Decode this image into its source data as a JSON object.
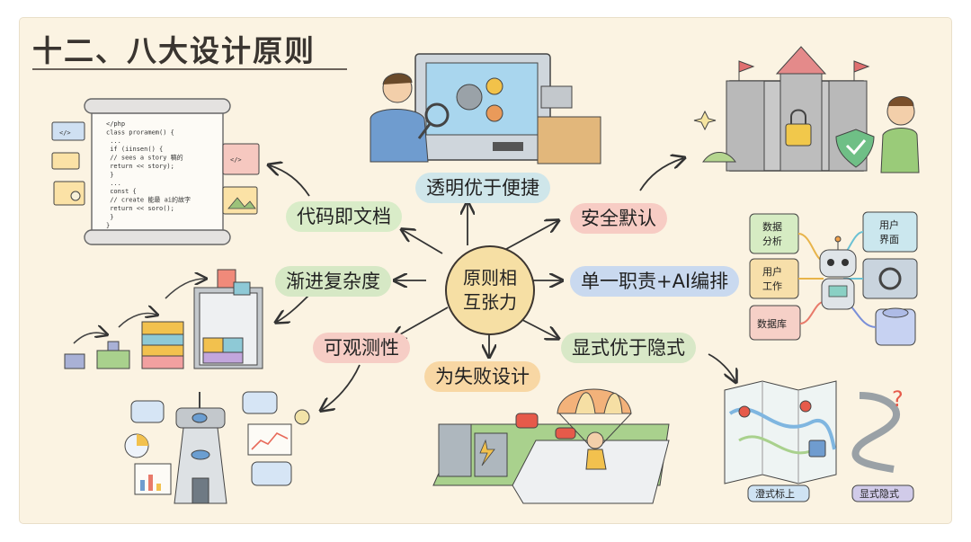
{
  "title": "十二、八大设计原则",
  "center": {
    "line1": "原则相",
    "line2": "互张力"
  },
  "principles": [
    {
      "label": "透明优于便捷",
      "color": "#cfe6ea"
    },
    {
      "label": "安全默认",
      "color": "#f7ccc4"
    },
    {
      "label": "单一职责+AI编排",
      "color": "#c9d9ef"
    },
    {
      "label": "显式优于隐式",
      "color": "#d8e8c7"
    },
    {
      "label": "为失败设计",
      "color": "#f8d7a4"
    },
    {
      "label": "可观测性",
      "color": "#f6cdc5"
    },
    {
      "label": "渐进复杂度",
      "color": "#d6e8c5"
    },
    {
      "label": "代码即文档",
      "color": "#d9ecc8"
    }
  ],
  "orchestration": {
    "left": [
      "数据分析",
      "用户工作",
      "数据库"
    ],
    "right": [
      "用户界面"
    ]
  },
  "map_labels": {
    "left": "澄式标上",
    "right": "显式隐式"
  },
  "code_scroll": [
    "</php",
    "class proramem() {",
    "  ...",
    "  if (iinsen() {",
    "    // sees a story 稿的",
    "    return << story);",
    "  }",
    "  ...",
    "  const {",
    "    // create 能最 ai的故字",
    "    return << soro();",
    "  }",
    "}"
  ]
}
